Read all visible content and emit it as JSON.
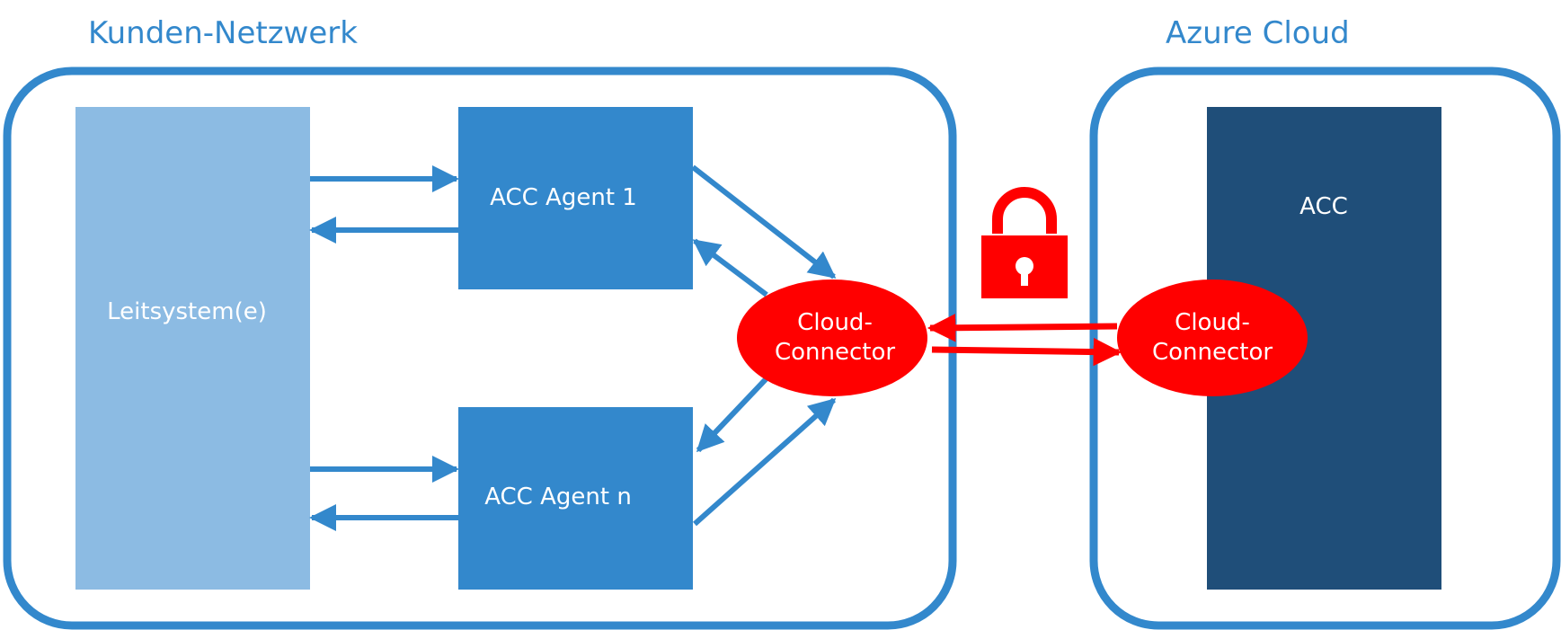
{
  "regions": {
    "customer": {
      "title": "Kunden-Netzwerk"
    },
    "azure": {
      "title": "Azure Cloud"
    }
  },
  "boxes": {
    "leitsystem": "Leitsystem(e)",
    "agent1": "ACC Agent 1",
    "agentn": "ACC Agent n",
    "acc": "ACC"
  },
  "connectors": {
    "local": {
      "line1": "Cloud-",
      "line2": "Connector"
    },
    "cloud": {
      "line1": "Cloud-",
      "line2": "Connector"
    }
  },
  "icons": {
    "lock": "lock-icon"
  },
  "colors": {
    "region_border": "#3388cc",
    "title_text": "#3388cc",
    "leitsystem_fill": "#8cbbe3",
    "agent_fill": "#3388cc",
    "acc_fill": "#1f4e79",
    "connector_fill": "#ff0000",
    "arrow_blue": "#3388cc",
    "arrow_red": "#ff0000",
    "lock": "#ff0000"
  }
}
